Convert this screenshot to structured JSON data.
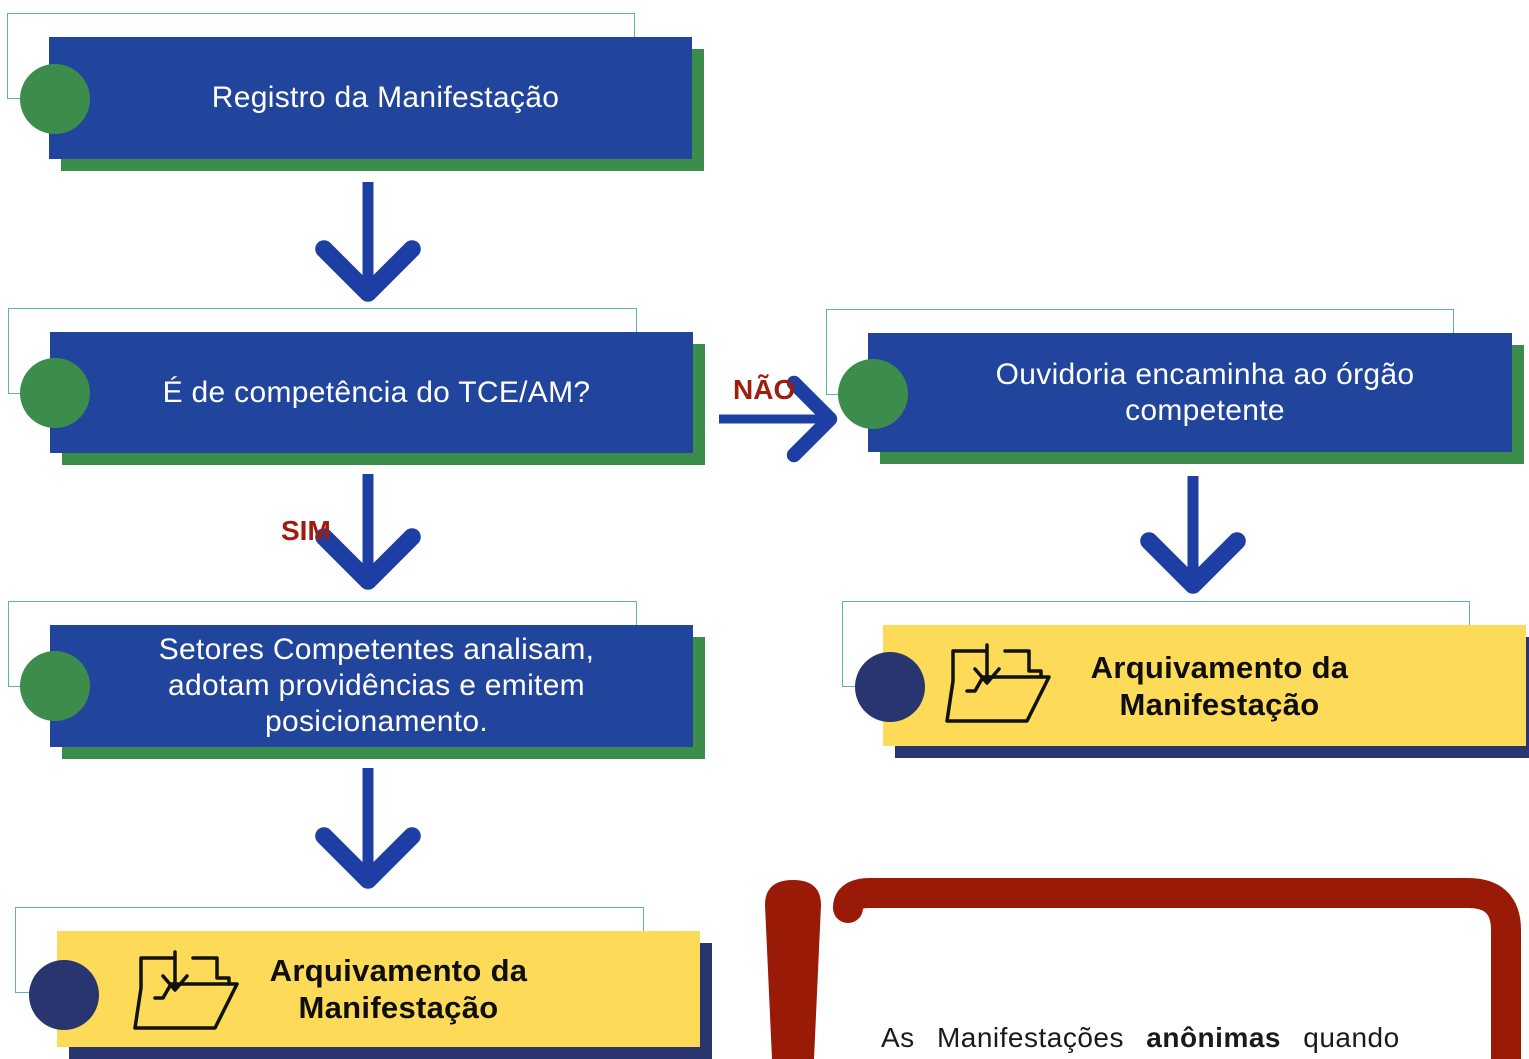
{
  "colors": {
    "box_blue": "#21449c",
    "box_yellow": "#fddb58",
    "shadow_green": "#3c8c4c",
    "shadow_navy": "#28356e",
    "outline_teal": "#5fb3b3",
    "arrow_blue": "#1d3ea3",
    "decision_red": "#a01c0c",
    "note_red": "#9a1a08"
  },
  "steps": {
    "registro": "Registro da Manifestação",
    "competencia": "É de competência do TCE/AM?",
    "setores": "Setores Competentes analisam, adotam providências e emitem posicionamento.",
    "ouvidoria": "Ouvidoria encaminha ao órgão competente",
    "arquivamento_right": "Arquivamento da Manifestação",
    "arquivamento_left": "Arquivamento da Manifestação"
  },
  "labels": {
    "sim": "SIM",
    "nao": "NÃO"
  },
  "note": {
    "prefix": "As Manifestações",
    "bold": "anônimas",
    "suffix": "quando"
  },
  "icons": {
    "folder": "folder-download-icon",
    "exclamation": "exclamation-mark-icon"
  }
}
